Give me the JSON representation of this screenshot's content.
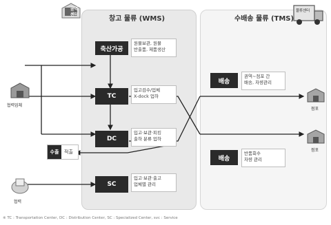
{
  "wms_title": "창고 물류 (WMS)",
  "tms_title": "수배송 물류 (TMS)",
  "badge_left": [
    "공역",
    "센터"
  ],
  "badge_right": "물류센터",
  "production": {
    "label": "축산가공",
    "desc": [
      "원물보관, 원물",
      "반출품, 제품생산"
    ]
  },
  "tc": {
    "label": "TC",
    "desc": [
      "입고검수/업체",
      "X-dock 업하"
    ]
  },
  "dc": {
    "label": "DC",
    "desc": [
      "입고·보관·피킹",
      "출하 분류 업하"
    ]
  },
  "sc": {
    "label": "SC",
    "desc": [
      "입고·보관·출고",
      "업체별 관리"
    ]
  },
  "return_box": {
    "label": "수출",
    "text": "적출"
  },
  "delivery_top": {
    "label": "배송",
    "desc": [
      "권역~점포 간",
      "배송, 차량관리"
    ]
  },
  "delivery_bottom": {
    "label": "배송",
    "desc": [
      "반품회수",
      "차량 관리"
    ]
  },
  "supplier": "협력업체",
  "supplier2": "협력",
  "store_top": "점포",
  "store_bottom": "점포",
  "footnote": "※ TC : Transportation Center, DC : Distribution Center, SC : Specialized Center, svc : Service"
}
